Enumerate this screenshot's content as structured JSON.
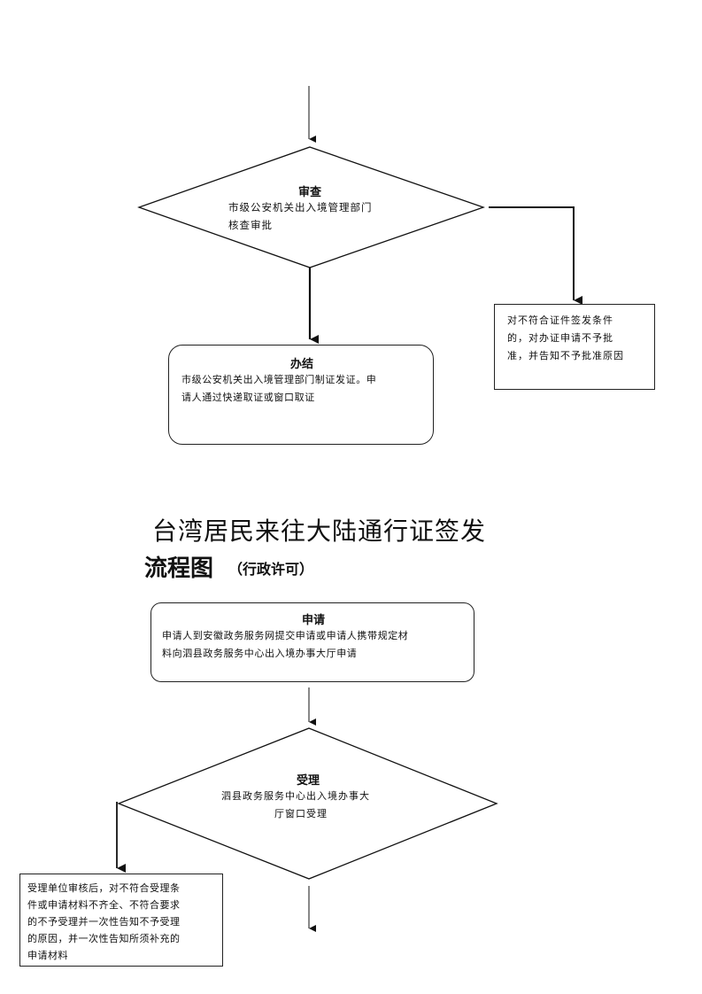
{
  "top": {
    "review": {
      "title": "审查",
      "line1": "市级公安机关出入境管理部门",
      "line2": "核查审批"
    },
    "reject": {
      "line1": "对不符合证件签发条件",
      "line2": "的，对办证申请不予批",
      "line3": "准，并告知不予批准原因"
    },
    "done": {
      "title": "办结",
      "line1": "市级公安机关出入境管理部门制证发证。申",
      "line2": "请人通过快递取证或窗口取证"
    }
  },
  "header": {
    "title_line1": "台湾居民来往大陆通行证签发",
    "title_line2": "流程图",
    "title_suffix": "（行政许可）"
  },
  "bottom": {
    "apply": {
      "title": "申请",
      "line1": "申请人到安徽政务服务网提交申请或申请人携带规定材",
      "line2": "料向泗县政务服务中心出入境办事大厅申请"
    },
    "accept": {
      "title": "受理",
      "line1": "泗县政务服务中心出入境办事大",
      "line2": "厅窗口受理"
    },
    "not_accept": {
      "line1": "受理单位审核后，对不符合受理条",
      "line2": "件或申请材料不齐全、不符合要求",
      "line3": "的不予受理并一次性告知不予受理",
      "line4": "的原因，并一次性告知所须补充的",
      "line5": "申请材料"
    }
  }
}
